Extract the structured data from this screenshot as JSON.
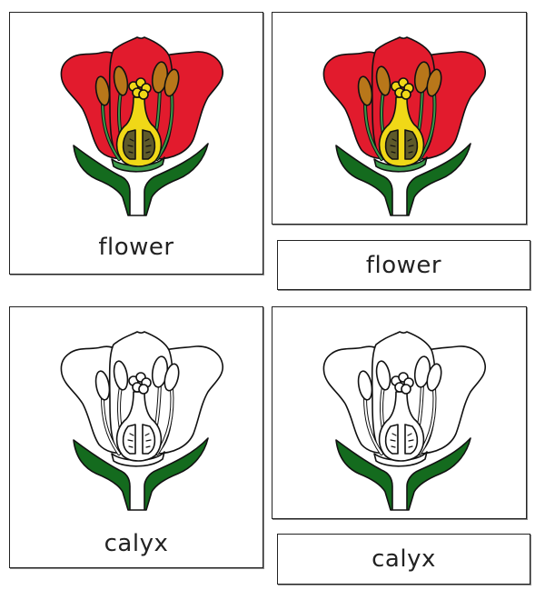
{
  "cards": {
    "control_flower": {
      "caption": "flower"
    },
    "picture_flower": {},
    "label_flower": {
      "text": "flower"
    },
    "control_calyx": {
      "caption": "calyx"
    },
    "picture_calyx": {},
    "label_calyx": {
      "text": "calyx"
    }
  },
  "colors": {
    "petal_red": "#e21b2d",
    "anther_brown": "#b8771a",
    "pistil_yellow": "#f0d817",
    "ovary_olive": "#5e5a2a",
    "filament_green": "#3c9a4a",
    "calyx_green": "#146b1e",
    "outline": "#111111",
    "border": "#222222"
  }
}
